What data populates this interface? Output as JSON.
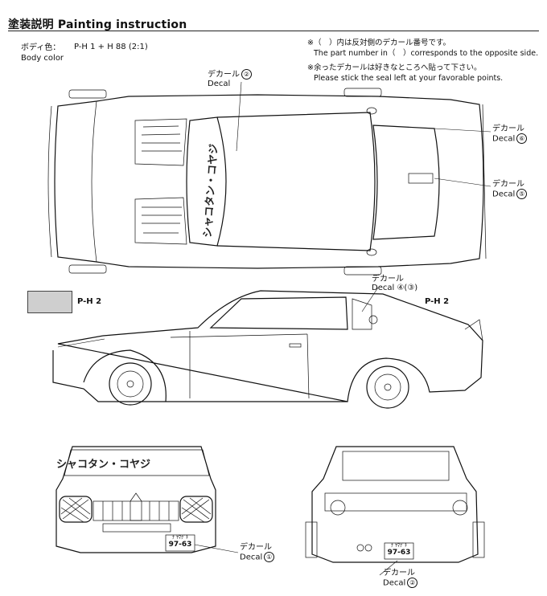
{
  "title": "塗装説明 Painting instruction",
  "body_color": {
    "label_jp": "ボディ色：",
    "label_en": "Body color",
    "code": "P-H 1 + H 88 (2:1)"
  },
  "notes": [
    "※（　）内は反対側のデカール番号です。",
    "The part number in（　）corresponds to the opposite side.",
    "※余ったデカールは好きなところへ貼って下さい。",
    "Please stick the seal left at your favorable points."
  ],
  "decal_labels": {
    "jp": "デカール",
    "en": "Decal"
  },
  "callouts": [
    {
      "id": "top-roof",
      "num": "②"
    },
    {
      "id": "top-trunk-upper",
      "num": "⑥"
    },
    {
      "id": "top-trunk-lower",
      "num": "⑤"
    },
    {
      "id": "side-quarter",
      "num": "④(③)"
    },
    {
      "id": "front-plate",
      "num": "①"
    },
    {
      "id": "rear-plate",
      "num": "②"
    }
  ],
  "swatch_code": "P-H 2",
  "side_code": "P-H 2",
  "windshield_text": "シャコタン・コヤジ",
  "front_plate": {
    "top": "ﾅ ﾔﾏｸﾞﾁ",
    "main": "97-63"
  },
  "rear_plate": {
    "top": "ﾅ ﾔﾏｸﾞﾁ",
    "main": "97-63"
  },
  "icons": [
    "car-top-view",
    "car-side-view",
    "car-front-view",
    "car-rear-view"
  ]
}
